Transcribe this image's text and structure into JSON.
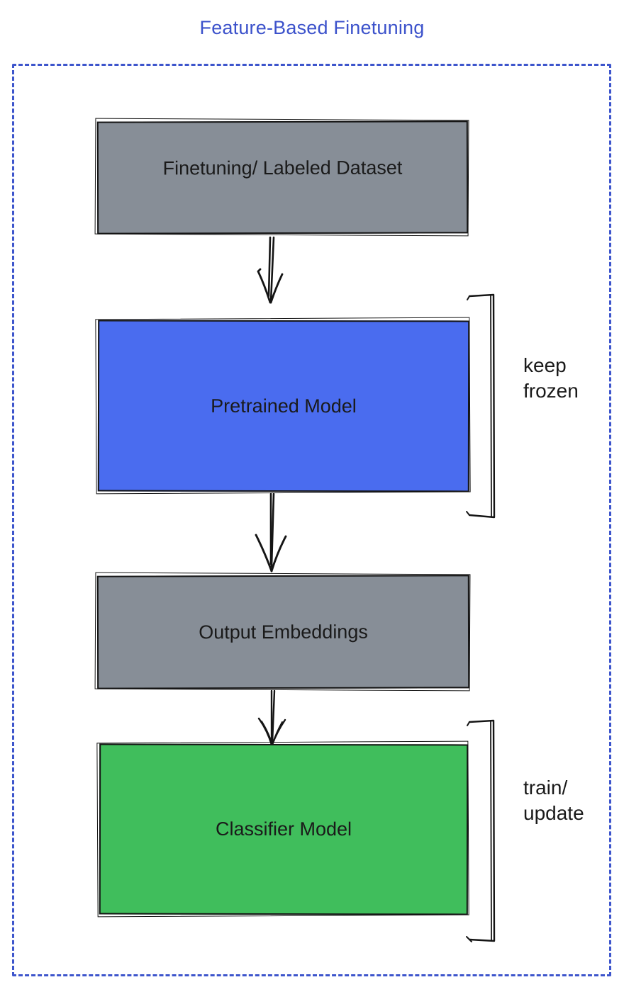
{
  "title": {
    "text": "Feature-Based Finetuning"
  },
  "colors": {
    "title-blue": "#3c52cb",
    "border-blue": "#3d55cc",
    "stroke": "#151515",
    "label-black": "#1a1a1a",
    "node-gray": "#878e97",
    "node-blue": "#4a6cef",
    "node-green": "#40be5c"
  },
  "nodes": [
    {
      "id": "finetuning-dataset",
      "label": "Finetuning/ Labeled Dataset",
      "fill": "#878e97"
    },
    {
      "id": "pretrained-model",
      "label": "Pretrained Model",
      "fill": "#4a6cef"
    },
    {
      "id": "output-embeddings",
      "label": "Output Embeddings",
      "fill": "#878e97"
    },
    {
      "id": "classifier-model",
      "label": "Classifier Model",
      "fill": "#40be5c"
    }
  ],
  "edges": [
    {
      "from": "finetuning-dataset",
      "to": "pretrained-model"
    },
    {
      "from": "pretrained-model",
      "to": "output-embeddings"
    },
    {
      "from": "output-embeddings",
      "to": "classifier-model"
    }
  ],
  "annotations": [
    {
      "id": "keep-frozen",
      "text": "keep\nfrozen",
      "applies_to": "pretrained-model"
    },
    {
      "id": "train-update",
      "text": "train/\nupdate",
      "applies_to": "classifier-model"
    }
  ]
}
